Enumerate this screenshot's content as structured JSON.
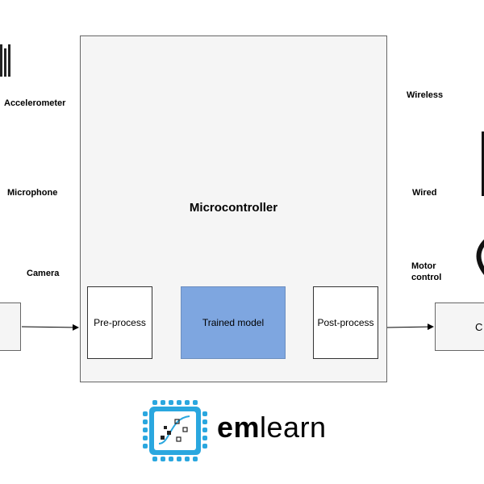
{
  "inputs": {
    "accelerometer": "Accelerometer",
    "microphone": "Microphone",
    "camera": "Camera"
  },
  "outputs": {
    "wireless": "Wireless",
    "wired": "Wired",
    "motor_control_line1": "Motor",
    "motor_control_line2": "control",
    "output_box_partial": "C"
  },
  "microcontroller": {
    "title": "Microcontroller",
    "pre_process": "Pre-process",
    "trained_model": "Trained model",
    "post_process": "Post-process"
  },
  "logo": {
    "brand_bold": "em",
    "brand_light": "learn",
    "accent_color": "#2aa7df"
  },
  "colors": {
    "model_fill": "#7ea6e0",
    "container_fill": "#f5f5f5"
  }
}
